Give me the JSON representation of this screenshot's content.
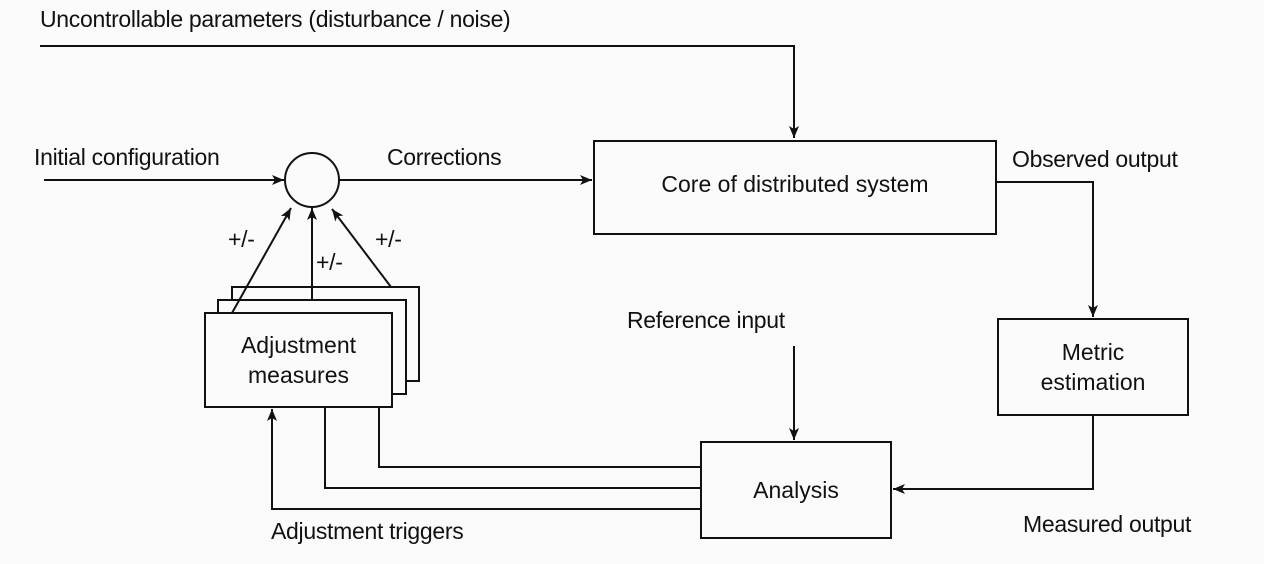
{
  "labels": {
    "disturbance": "Uncontrollable parameters (disturbance / noise)",
    "initial_configuration": "Initial configuration",
    "corrections": "Corrections",
    "observed_output": "Observed output",
    "reference_input": "Reference input",
    "measured_output": "Measured output",
    "adjustment_triggers": "Adjustment triggers",
    "sign_left": "+/-",
    "sign_middle": "+/-",
    "sign_right": "+/-"
  },
  "blocks": {
    "core": "Core of distributed system",
    "adjustment_line1": "Adjustment",
    "adjustment_line2": "measures",
    "metric_line1": "Metric",
    "metric_line2": "estimation",
    "analysis": "Analysis"
  }
}
